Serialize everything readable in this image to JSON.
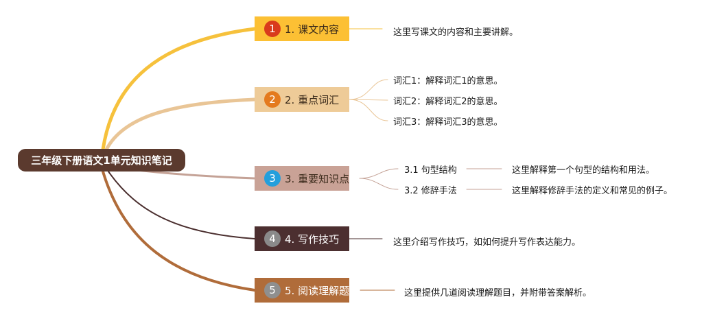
{
  "root": {
    "label": "三年级下册语文1单元知识笔记"
  },
  "branches": [
    {
      "num": "1",
      "label": "1. 课文内容",
      "color": "#fcc034",
      "line_color": "#f6c13c",
      "leaves": [
        {
          "text": "这里写课文的内容和主要讲解。"
        }
      ]
    },
    {
      "num": "2",
      "label": "2. 重点词汇",
      "color": "#eecb98",
      "line_color": "#e9c596",
      "leaves": [
        {
          "text": "词汇1：解释词汇1的意思。"
        },
        {
          "text": "词汇2：解释词汇2的意思。"
        },
        {
          "text": "词汇3：解释词汇3的意思。"
        }
      ]
    },
    {
      "num": "3",
      "label": "3. 重要知识点",
      "color": "#c9a296",
      "line_color": "#c4a296",
      "leaves": [
        {
          "text": "3.1 句型结构",
          "detail": "这里解释第一个句型的结构和用法。"
        },
        {
          "text": "3.2 修辞手法",
          "detail": "这里解释修辞手法的定义和常见的例子。"
        }
      ]
    },
    {
      "num": "4",
      "label": "4. 写作技巧",
      "color": "#4c2f30",
      "line_color": "#4a2e2e",
      "leaves": [
        {
          "text": "这里介绍写作技巧，如如何提升写作表达能力。"
        }
      ]
    },
    {
      "num": "5",
      "label": "5. 阅读理解题",
      "color": "#b06c3a",
      "line_color": "#b06c3a",
      "leaves": [
        {
          "text": "这里提供几道阅读理解题目，并附带答案解析。"
        }
      ]
    }
  ]
}
